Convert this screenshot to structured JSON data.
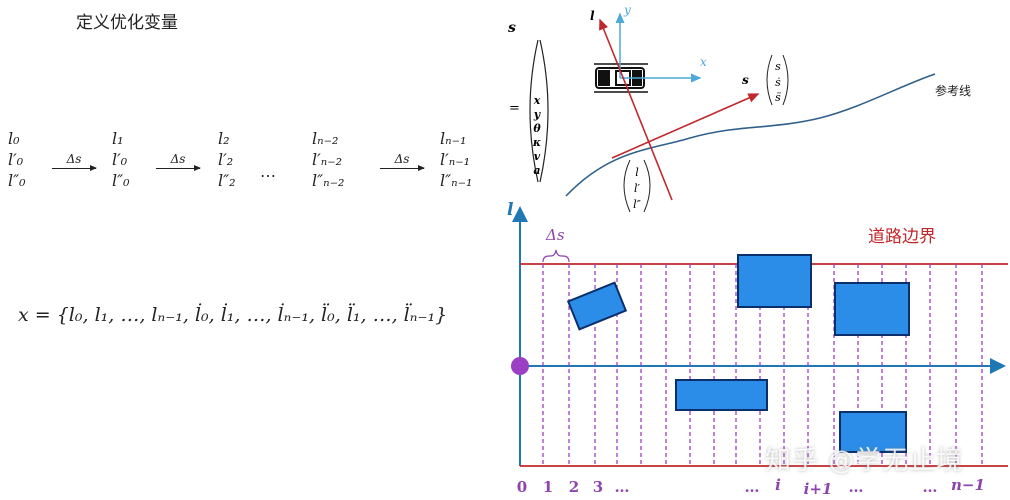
{
  "title": "定义优化变量",
  "columns": [
    {
      "a": "l₀",
      "b": "l′₀",
      "c": "l″₀"
    },
    {
      "a": "l₁",
      "b": "l′₀",
      "c": "l″₀"
    },
    {
      "a": "l₂",
      "b": "l′₂",
      "c": "l″₂"
    },
    {
      "a": "lₙ₋₂",
      "b": "l′ₙ₋₂",
      "c": "l″ₙ₋₂"
    },
    {
      "a": "lₙ₋₁",
      "b": "l′ₙ₋₁",
      "c": "l″ₙ₋₁"
    }
  ],
  "step_label": "Δs",
  "ellipsis": "⋯",
  "x_vector": "x = {l₀, l₁, …, lₙ₋₁, l̇₀, l̇₁, …, l̇ₙ₋₁, l̈₀, l̈₁, …, l̈ₙ₋₁}",
  "state_vector": {
    "label": "s",
    "equals": "=",
    "components": [
      "x",
      "y",
      "θ",
      "κ",
      "v",
      "a"
    ]
  },
  "frenet": {
    "axis_l": "l",
    "axis_y": "y",
    "axis_x": "x",
    "axis_s": "s",
    "s_components": [
      "s",
      "ṡ",
      "s̈"
    ],
    "l_components": [
      "l",
      "l′",
      "l″"
    ],
    "reference_line_label": "参考线"
  },
  "grid": {
    "l_axis": "l",
    "delta_s": "Δs",
    "boundary_label": "道路边界",
    "index_labels": [
      "0",
      "1",
      "2",
      "3",
      "…",
      "…",
      "i",
      "i+1",
      "…",
      "…",
      "n−1"
    ]
  },
  "watermark": "知乎 @学无止境"
}
